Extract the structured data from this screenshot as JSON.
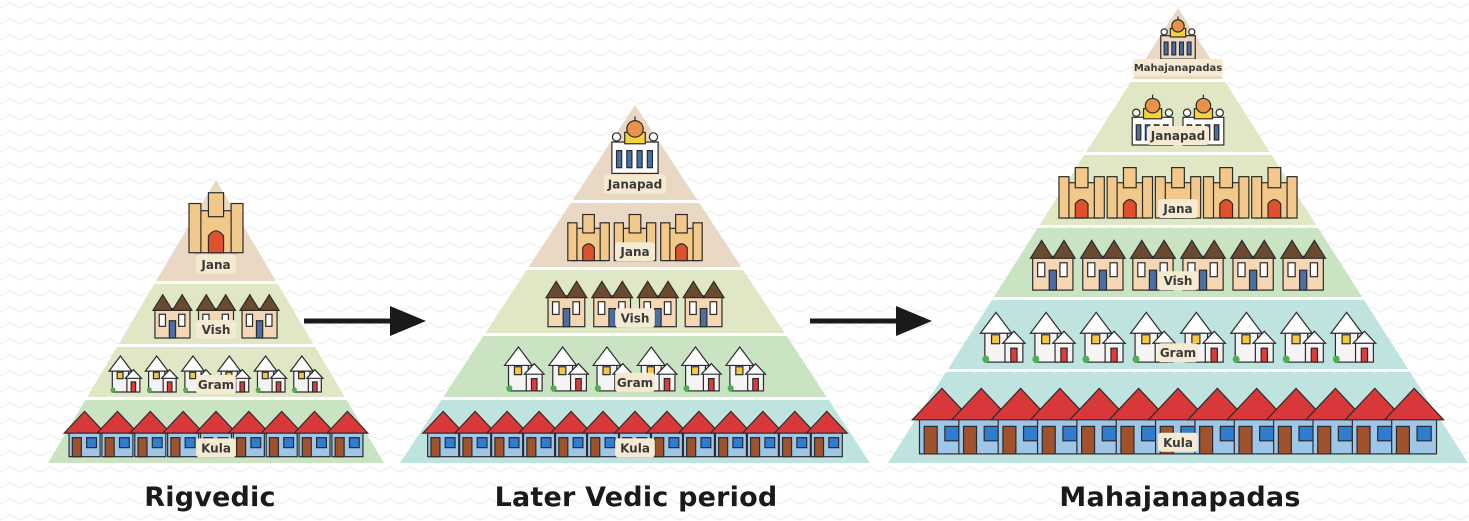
{
  "colors": {
    "tier_top": "#e8d8c4",
    "tier_green": "#dfe7c4",
    "tier_green_dark": "#c9e3c3",
    "tier_blue": "#bfe3df",
    "tag": "#f6ead2",
    "arrow": "#1a1a1a"
  },
  "pyramids": [
    {
      "caption": "Rigvedic",
      "tiers": [
        {
          "label": "Jana",
          "icon": "castle-icon",
          "count": 1,
          "color": "#e8d8c4"
        },
        {
          "label": "Vish",
          "icon": "townhouse-icon",
          "count": 3,
          "color": "#dfe7c4"
        },
        {
          "label": "Gram",
          "icon": "house-icon",
          "count": 6,
          "color": "#dfe7c4"
        },
        {
          "label": "Kula",
          "icon": "hut-icon",
          "count": 9,
          "color": "#c9e3c3"
        }
      ]
    },
    {
      "caption": "Later Vedic period",
      "tiers": [
        {
          "label": "Janapad",
          "icon": "palace-icon",
          "count": 1,
          "color": "#e8d8c4"
        },
        {
          "label": "Jana",
          "icon": "castle-icon",
          "count": 3,
          "color": "#e8d8c4"
        },
        {
          "label": "Vish",
          "icon": "townhouse-icon",
          "count": 4,
          "color": "#dfe7c4"
        },
        {
          "label": "Gram",
          "icon": "house-icon",
          "count": 6,
          "color": "#c9e3c3"
        },
        {
          "label": "Kula",
          "icon": "hut-icon",
          "count": 13,
          "color": "#bfe3df"
        }
      ]
    },
    {
      "caption": "Mahajanapadas",
      "tiers": [
        {
          "label": "Mahajanapadas",
          "icon": "capitol-icon",
          "count": 1,
          "color": "#e8d8c4"
        },
        {
          "label": "Janapad",
          "icon": "palace-icon",
          "count": 2,
          "color": "#dfe7c4"
        },
        {
          "label": "Jana",
          "icon": "castle-icon",
          "count": 5,
          "color": "#dfe7c4"
        },
        {
          "label": "Vish",
          "icon": "townhouse-icon",
          "count": 6,
          "color": "#c9e3c3"
        },
        {
          "label": "Gram",
          "icon": "house-icon",
          "count": 8,
          "color": "#bfe3df"
        },
        {
          "label": "Kula",
          "icon": "hut-icon",
          "count": 13,
          "color": "#bfe3df"
        }
      ]
    }
  ]
}
